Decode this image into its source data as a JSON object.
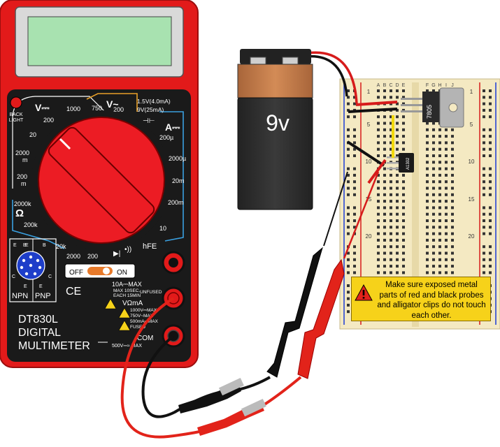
{
  "multimeter": {
    "backlight_label": "BACK\nLIGHT",
    "dcv_symbol": "V⎓",
    "acv_symbol": "V~",
    "dca_symbol": "A⎓",
    "ohm_symbol": "Ω",
    "dcv_ranges": [
      "1000",
      "200",
      "20",
      "2000 m",
      "200 m"
    ],
    "acv_ranges": [
      "750",
      "200"
    ],
    "battery_test": [
      "1.5V(4.0mA)",
      "9V(25mA)"
    ],
    "dca_ranges": [
      "200µ",
      "2000µ",
      "20m",
      "200m",
      "10"
    ],
    "ohm_ranges": [
      "2000k",
      "200k",
      "20k",
      "2000",
      "200"
    ],
    "hfe_label": "hFE",
    "npn_label": "NPN",
    "pnp_label": "PNP",
    "socket_pin_labels": [
      "E",
      "B",
      "C",
      "E",
      "B",
      "C",
      "E",
      "E"
    ],
    "switch_off": "OFF",
    "switch_on": "ON",
    "ce_mark": "CE",
    "jack_10a": "10A⎓MAX",
    "jack_10a_note": "MAX 10SEC.\nEACH 15MIN",
    "unfused": "UNFUSED",
    "jack_vohm": "VΩmA",
    "vohm_notes": [
      "1000V⎓MAX",
      "750V~MAX",
      "500mA⎓MAX",
      "FUSED"
    ],
    "jack_com": "COM",
    "com_note": "500V⎓≈ MAX",
    "model": "DT830L",
    "model_line2": "DIGITAL",
    "model_line3": "MULTIMETER"
  },
  "battery": {
    "label": "9v"
  },
  "breadboard": {
    "column_letters": [
      "A",
      "B",
      "C",
      "D",
      "E",
      "F",
      "G",
      "H",
      "I",
      "J"
    ],
    "row_numbers": [
      "1",
      "5",
      "10",
      "15",
      "20"
    ],
    "regulator_label": "7805",
    "sensor_label": "A1302"
  },
  "warning": {
    "text": "Make sure exposed metal parts of red and black probes and alligator clips do not touch each other."
  },
  "colors": {
    "meter_red": "#e21a1a",
    "meter_black": "#1a1a1a",
    "lcd_green": "#a8e2b0",
    "dial_red": "#ec1c24",
    "breadboard": "#f4e9c2",
    "battery_copper": "#c27d4b",
    "battery_black": "#2c2c2c",
    "probe_red": "#e2231a",
    "probe_black": "#111111",
    "warning_yellow": "#f6d21a"
  }
}
